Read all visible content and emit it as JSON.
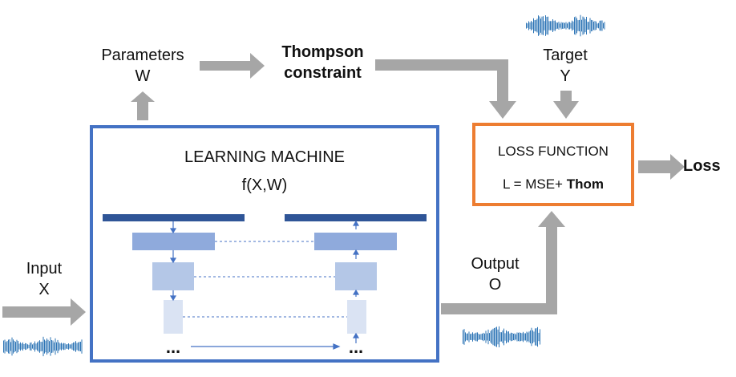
{
  "labels": {
    "parameters": "Parameters",
    "parameters_sym": "W",
    "thompson_line1": "Thompson",
    "thompson_line2": "constraint",
    "target": "Target",
    "target_sym": "Y",
    "input": "Input",
    "input_sym": "X",
    "output": "Output",
    "output_sym": "O",
    "learning_machine_title": "LEARNING MACHINE",
    "learning_machine_func": "f(X,W)",
    "loss_function_title": "LOSS FUNCTION",
    "loss_formula_prefix": "L = MSE+ ",
    "loss_formula_bold": "Thom",
    "loss": "Loss",
    "ellipsis_left": "...",
    "ellipsis_right": "..."
  },
  "colors": {
    "machine_border": "#4472c4",
    "loss_border": "#ed7d31",
    "arrow_gray": "#a6a6a6",
    "dark_bar": "#2f5597",
    "layer_1": "#8faadc",
    "layer_2": "#b4c7e7",
    "layer_3": "#dae3f3",
    "waveform": "#2e75b6"
  }
}
